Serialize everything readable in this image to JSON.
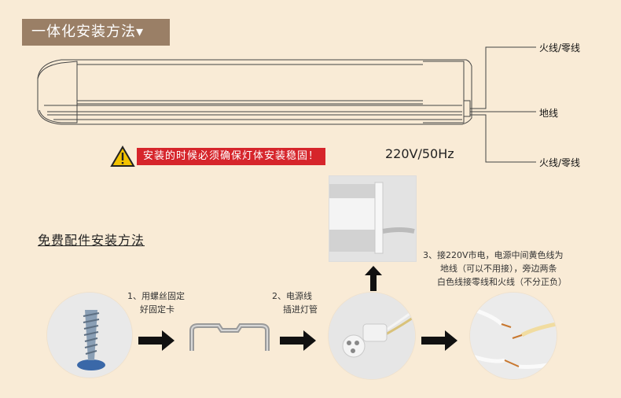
{
  "header": {
    "title": "一体化安装方法▾"
  },
  "wiring": {
    "top_label": "火线/零线",
    "middle_label": "地线",
    "bottom_label": "火线/零线"
  },
  "warning": {
    "text": "安装的时候必须确保灯体安装稳固！"
  },
  "voltage": "220V/50Hz",
  "accessories": {
    "title": "免费配件安装方法",
    "step1": [
      "1、用螺丝固定",
      "好固定卡"
    ],
    "step2": [
      "2、电源线",
      "插进灯管"
    ],
    "step3": [
      "3、接220V市电，电源中间黄色线为",
      "地线（可以不用接），旁边两条",
      "白色线接零线和火线（不分正负）"
    ]
  },
  "icons": {
    "warning": "warning-triangle-icon",
    "arrow": "arrow-right-icon",
    "arrow_up": "arrow-up-icon"
  },
  "colors": {
    "title_bg": "#9a7f66",
    "warning_red": "#d6252b",
    "page_bg": "#f9ebd6"
  }
}
